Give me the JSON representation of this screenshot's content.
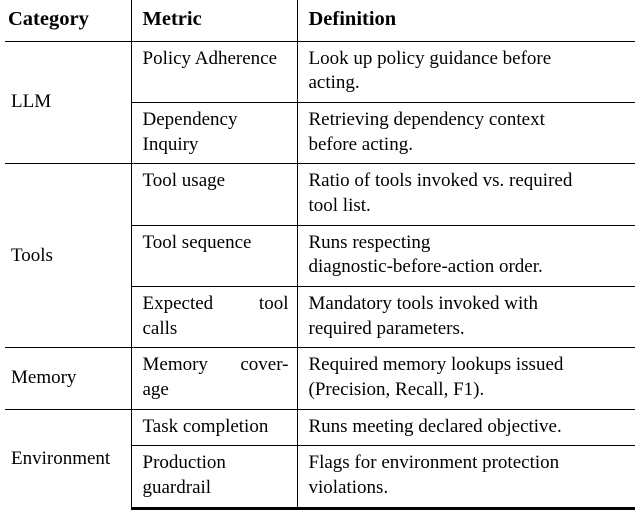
{
  "table": {
    "columns": [
      "Category",
      "Metric",
      "Definition"
    ],
    "groups": [
      {
        "category": "LLM",
        "rows": [
          {
            "metric_lines": [
              "Policy Adherence"
            ],
            "metric_justified": false,
            "definition_lines": [
              "Look up policy guidance before",
              "acting."
            ]
          },
          {
            "metric_lines": [
              "Dependency",
              "Inquiry"
            ],
            "metric_justified": false,
            "definition_lines": [
              "Retrieving dependency context",
              "before acting."
            ]
          }
        ]
      },
      {
        "category": "Tools",
        "rows": [
          {
            "metric_lines": [
              "Tool usage"
            ],
            "metric_justified": false,
            "definition_lines": [
              "Ratio of tools invoked vs. required",
              "tool list."
            ]
          },
          {
            "metric_lines": [
              "Tool sequence"
            ],
            "metric_justified": false,
            "definition_lines": [
              "Runs respecting",
              "diagnostic-before-action order."
            ]
          },
          {
            "metric_lines": [
              "Expected tool",
              "calls"
            ],
            "metric_justified": true,
            "definition_lines": [
              "Mandatory tools invoked with",
              "required parameters."
            ]
          }
        ]
      },
      {
        "category": "Memory",
        "rows": [
          {
            "metric_lines": [
              "Memory cover-",
              "age"
            ],
            "metric_justified": true,
            "definition_lines": [
              "Required memory lookups issued",
              "(Precision, Recall, F1)."
            ]
          }
        ]
      },
      {
        "category": "Environment",
        "rows": [
          {
            "metric_lines": [
              "Task completion"
            ],
            "metric_justified": false,
            "definition_lines": [
              "Runs meeting declared objective."
            ]
          },
          {
            "metric_lines": [
              "Production",
              "guardrail"
            ],
            "metric_justified": false,
            "definition_lines": [
              "Flags for environment protection",
              "violations."
            ]
          }
        ]
      }
    ]
  },
  "style": {
    "rule_color": "#000000",
    "background": "#ffffff",
    "text_color": "#000000"
  }
}
